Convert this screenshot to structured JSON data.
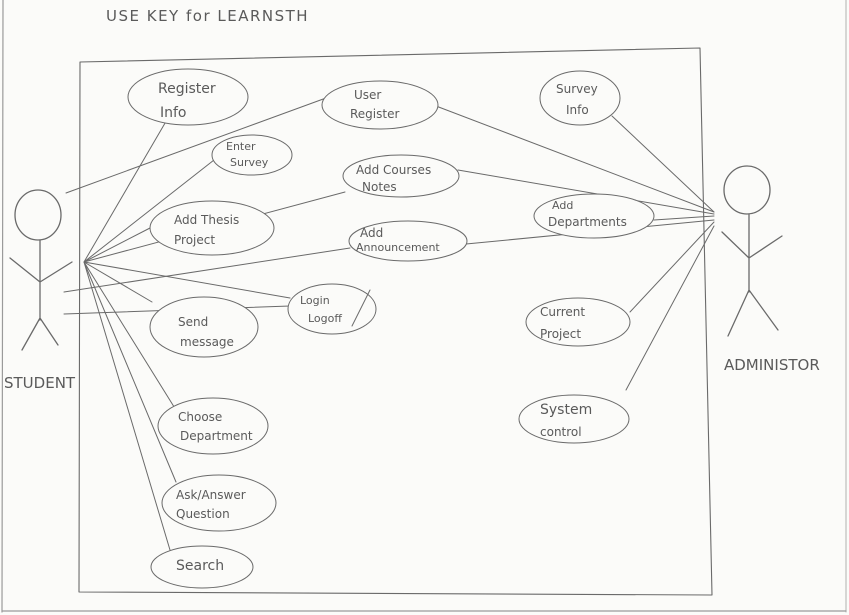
{
  "title": "USE KEY   for   LEARNSTH",
  "actors": {
    "student": "STUDENT",
    "admin": "ADMINISTOR"
  },
  "use_cases": {
    "register_info": [
      "Register",
      "Info"
    ],
    "user_register": [
      "User",
      "Register"
    ],
    "enter_survey": [
      "Enter",
      "Survey"
    ],
    "add_courses_notes": [
      "Add Courses",
      "Notes"
    ],
    "add_thesis_project": [
      "Add Thesis",
      "Project"
    ],
    "add_announcement": [
      "Add",
      "Announcement"
    ],
    "login_logoff": [
      "Login",
      "Logoff"
    ],
    "send_message": [
      "Send",
      "message"
    ],
    "choose_department": [
      "Choose",
      "Department"
    ],
    "ask_answer_question": [
      "Ask/Answer",
      "Question"
    ],
    "search": [
      "Search"
    ],
    "survey_info": [
      "Survey",
      "Info"
    ],
    "add_departments": [
      "Add",
      "Departments"
    ],
    "current_project": [
      "Current",
      "Project"
    ],
    "system_control": [
      "System",
      "control"
    ]
  }
}
